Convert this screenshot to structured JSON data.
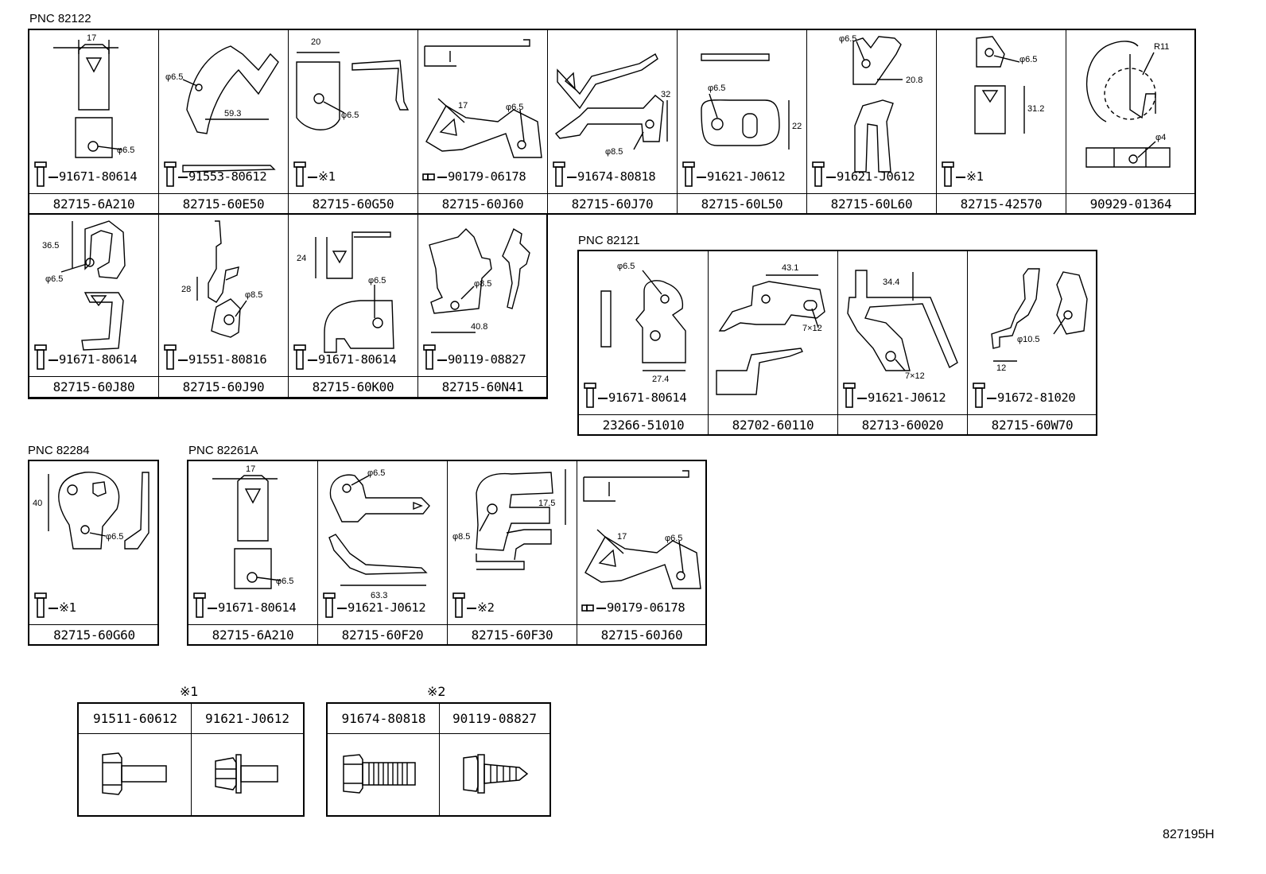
{
  "groups": {
    "pnc_82122": "PNC 82122",
    "pnc_82121": "PNC 82121",
    "pnc_82284": "PNC 82284",
    "pnc_82261a": "PNC 82261A"
  },
  "cells": {
    "c1": {
      "hardware": "91671-80614",
      "part": "82715-6A210",
      "dims": [
        "17",
        "φ6.5"
      ]
    },
    "c2": {
      "hardware": "91553-80612",
      "part": "82715-60E50",
      "dims": [
        "φ6.5",
        "59.3"
      ]
    },
    "c3": {
      "hardware": "※1",
      "part": "82715-60G50",
      "dims": [
        "20",
        "φ6.5"
      ]
    },
    "c4": {
      "hardware": "90179-06178",
      "part": "82715-60J60",
      "dims": [
        "17",
        "φ6.5"
      ]
    },
    "c5": {
      "hardware": "91674-80818",
      "part": "82715-60J70",
      "dims": [
        "32",
        "φ8.5"
      ]
    },
    "c6": {
      "hardware": "91621-J0612",
      "part": "82715-60L50",
      "dims": [
        "φ6.5",
        "22"
      ]
    },
    "c7": {
      "hardware": "91621-J0612",
      "part": "82715-60L60",
      "dims": [
        "φ6.5",
        "20.8"
      ]
    },
    "c8": {
      "hardware": "※1",
      "part": "82715-42570",
      "dims": [
        "φ6.5",
        "31.2"
      ]
    },
    "c9": {
      "hardware": "",
      "part": "90929-01364",
      "dims": [
        "R11",
        "φ4"
      ]
    },
    "c10": {
      "hardware": "91671-80614",
      "part": "82715-60J80",
      "dims": [
        "36.5",
        "φ6.5"
      ]
    },
    "c11": {
      "hardware": "91551-80816",
      "part": "82715-60J90",
      "dims": [
        "28",
        "φ8.5"
      ]
    },
    "c12": {
      "hardware": "91671-80614",
      "part": "82715-60K00",
      "dims": [
        "24",
        "φ6.5"
      ]
    },
    "c13": {
      "hardware": "90119-08827",
      "part": "82715-60N41",
      "dims": [
        "φ8.5",
        "40.8"
      ]
    },
    "c14": {
      "hardware": "91671-80614",
      "part": "23266-51010",
      "dims": [
        "φ6.5",
        "27.4"
      ]
    },
    "c15": {
      "hardware": "",
      "part": "82702-60110",
      "dims": [
        "43.1",
        "7×12"
      ]
    },
    "c16": {
      "hardware": "91621-J0612",
      "part": "82713-60020",
      "dims": [
        "34.4",
        "7×12"
      ]
    },
    "c17": {
      "hardware": "91672-81020",
      "part": "82715-60W70",
      "dims": [
        "φ10.5",
        "12"
      ]
    },
    "c18": {
      "hardware": "※1",
      "part": "82715-60G60",
      "dims": [
        "40",
        "φ6.5"
      ]
    },
    "c19": {
      "hardware": "91671-80614",
      "part": "82715-6A210",
      "dims": [
        "17",
        "φ6.5"
      ]
    },
    "c20": {
      "hardware": "91621-J0612",
      "part": "82715-60F20",
      "dims": [
        "φ6.5",
        "63.3"
      ]
    },
    "c21": {
      "hardware": "※2",
      "part": "82715-60F30",
      "dims": [
        "17.5",
        "φ8.5"
      ]
    },
    "c22": {
      "hardware": "90179-06178",
      "part": "82715-60J60",
      "dims": [
        "17",
        "φ6.5"
      ]
    }
  },
  "notes": {
    "note1": {
      "mark": "※1",
      "parts": [
        "91511-60612",
        "91621-J0612"
      ]
    },
    "note2": {
      "mark": "※2",
      "parts": [
        "91674-80818",
        "90119-08827"
      ]
    }
  },
  "footer": "827195H"
}
